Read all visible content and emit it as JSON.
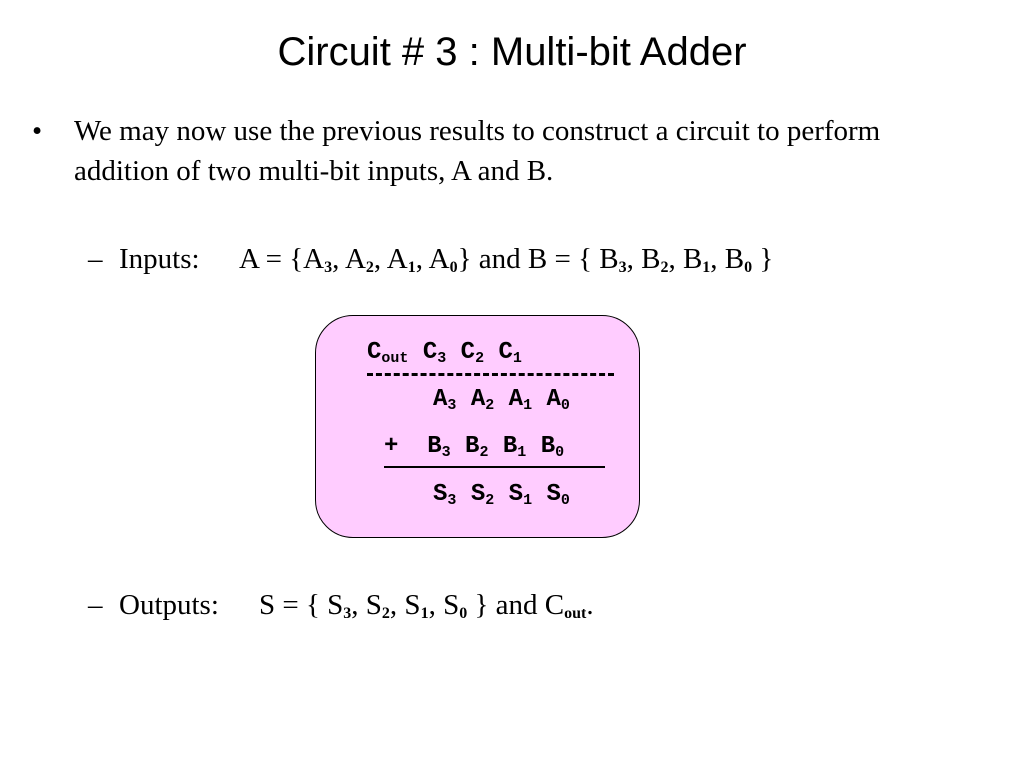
{
  "slide": {
    "title": "Circuit # 3 : Multi-bit Adder",
    "bullet_mark": "•",
    "bullet_text": "We may now use the previous results to construct a circuit to perform addition of two multi-bit inputs, A and B.",
    "dash_mark": "–"
  },
  "inputs": {
    "label": "Inputs:",
    "a_open": "A = {A",
    "a3": "3",
    "a2_pre": ", A",
    "a2": "2",
    "a1_pre": ", A",
    "a1": "1",
    "a0_pre": ", A",
    "a0": "0",
    "b_open": "} and B = { B",
    "b3": "3",
    "b2_pre": ", B",
    "b2": "2",
    "b1_pre": ", B",
    "b1": "1",
    "b0_pre": ", B",
    "b0": "0",
    "close": " }"
  },
  "diagram": {
    "carry_row": [
      {
        "base": "C",
        "sub": "out"
      },
      {
        "base": "C",
        "sub": "3"
      },
      {
        "base": "C",
        "sub": "2"
      },
      {
        "base": "C",
        "sub": "1"
      }
    ],
    "a_row": [
      {
        "base": "A",
        "sub": "3"
      },
      {
        "base": "A",
        "sub": "2"
      },
      {
        "base": "A",
        "sub": "1"
      },
      {
        "base": "A",
        "sub": "0"
      }
    ],
    "plus": "+",
    "b_row": [
      {
        "base": "B",
        "sub": "3"
      },
      {
        "base": "B",
        "sub": "2"
      },
      {
        "base": "B",
        "sub": "1"
      },
      {
        "base": "B",
        "sub": "0"
      }
    ],
    "s_row": [
      {
        "base": "S",
        "sub": "3"
      },
      {
        "base": "S",
        "sub": "2"
      },
      {
        "base": "S",
        "sub": "1"
      },
      {
        "base": "S",
        "sub": "0"
      }
    ],
    "box_color": "#ffccff"
  },
  "outputs": {
    "label": "Outputs:",
    "s_open": "S = { S",
    "s3": "3",
    "s2_pre": ", S",
    "s2": "2",
    "s1_pre": ", S",
    "s1": "1",
    "s0_pre": ", S",
    "s0": "0",
    "mid": " } and C",
    "cout_sub": "out",
    "end": "."
  }
}
